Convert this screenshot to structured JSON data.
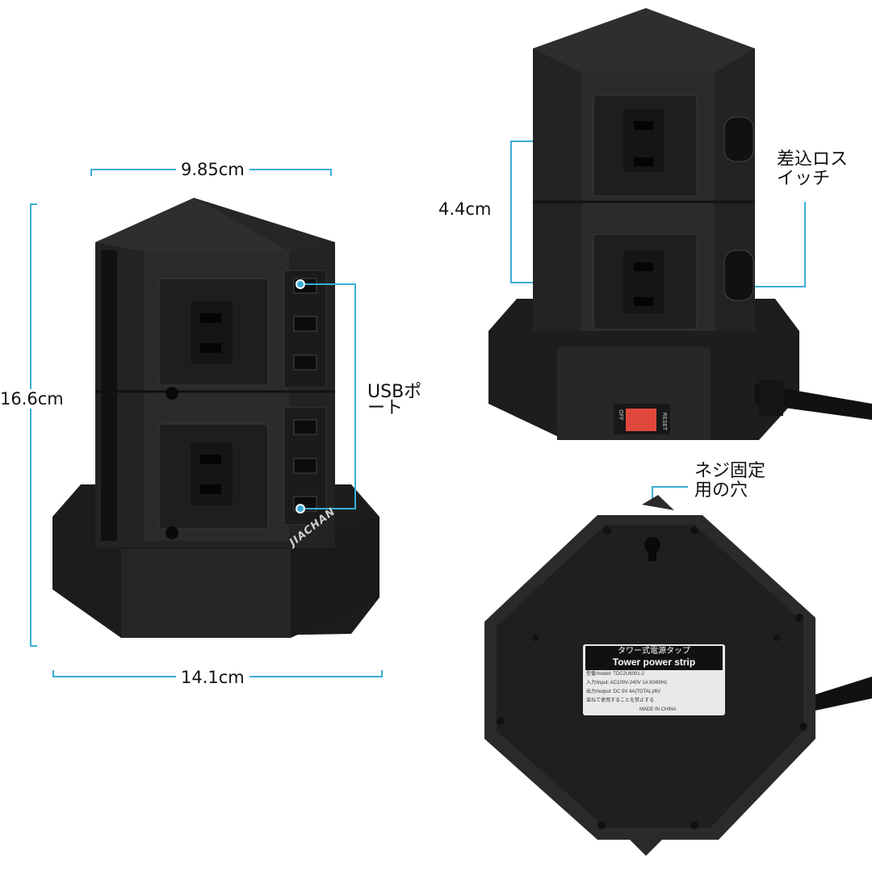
{
  "dimensions": {
    "top_width": "9.85cm",
    "height": "16.6cm",
    "base_width": "14.1cm",
    "outlet_spacing": "4.4cm"
  },
  "callouts": {
    "usb_ports_line1": "USBポ",
    "usb_ports_line2": "ート",
    "outlet_switch_line1": "差込ロス",
    "outlet_switch_line2": "イッチ",
    "mount_hole_line1": "ネジ固定",
    "mount_hole_line2": "用の穴"
  },
  "brand": "JIACHAN",
  "reset_switch": {
    "off_label": "OFF",
    "reset_label": "RESET"
  },
  "sticker": {
    "title_jp": "タワー式電源タップ",
    "title_en": "Tower power strip",
    "model": "型番/model: TDC2U6001-2",
    "input": "入力/input: AC100V-240V 1A 50/60Hz",
    "output": "出力/output: DC 5V 4A(TOTAL)/6V",
    "warning": "束ねて使用することを禁止する",
    "made_in": "MADE IN CHINA"
  },
  "colors": {
    "accent": "#3aaed8",
    "product": "#2a2a2a",
    "switch": "#e0483c"
  }
}
